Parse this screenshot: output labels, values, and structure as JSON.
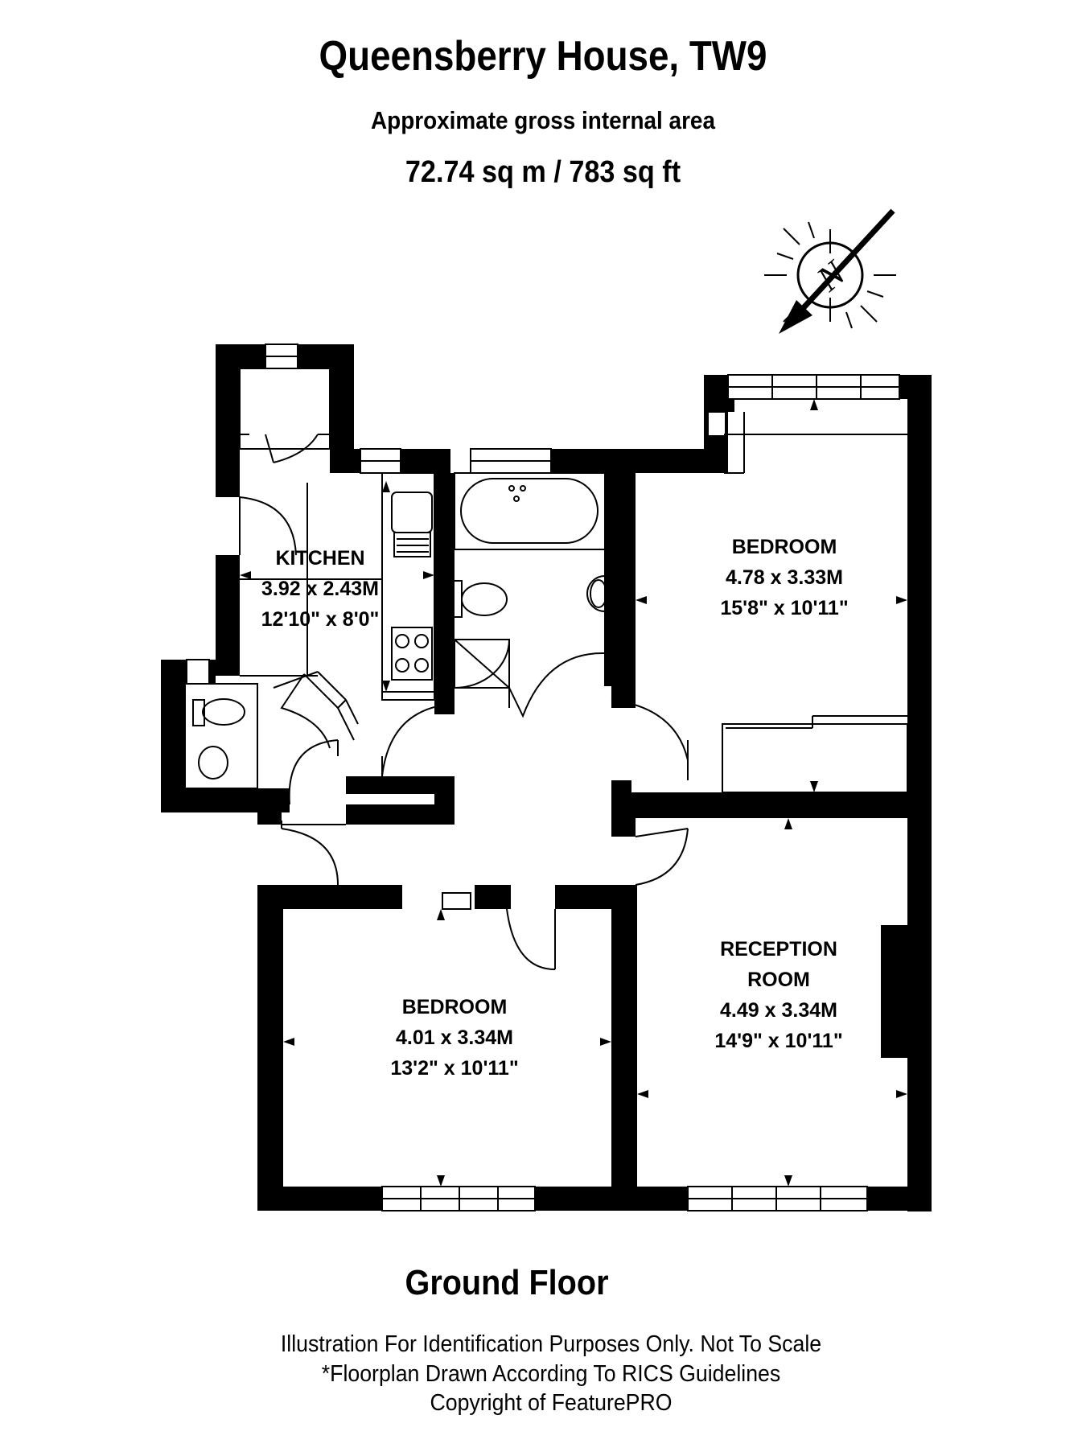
{
  "header": {
    "title": "Queensberry House, TW9",
    "subtitle": "Approximate gross internal area",
    "area": "72.74 sq m /  783 sq ft"
  },
  "compass": {
    "letter": "N",
    "icon": "north-arrow-icon"
  },
  "rooms": {
    "kitchen": {
      "name": "KITCHEN",
      "metric": "3.92 x 2.43M",
      "imperial": "12'10\" x 8'0\""
    },
    "bedroom1": {
      "name": "BEDROOM",
      "metric": "4.78 x 3.33M",
      "imperial": "15'8\" x 10'11\""
    },
    "bedroom2": {
      "name": "BEDROOM",
      "metric": "4.01 x 3.34M",
      "imperial": "13'2\" x 10'11\""
    },
    "reception": {
      "name1": "RECEPTION",
      "name2": "ROOM",
      "metric": "4.49 x 3.34M",
      "imperial": "14'9\" x 10'11\""
    }
  },
  "floor_label": "Ground Floor",
  "footer": {
    "line1": "Illustration For Identification Purposes Only. Not To Scale",
    "line2": "*Floorplan Drawn According To RICS Guidelines",
    "line3": "Copyright of FeaturePRO"
  }
}
